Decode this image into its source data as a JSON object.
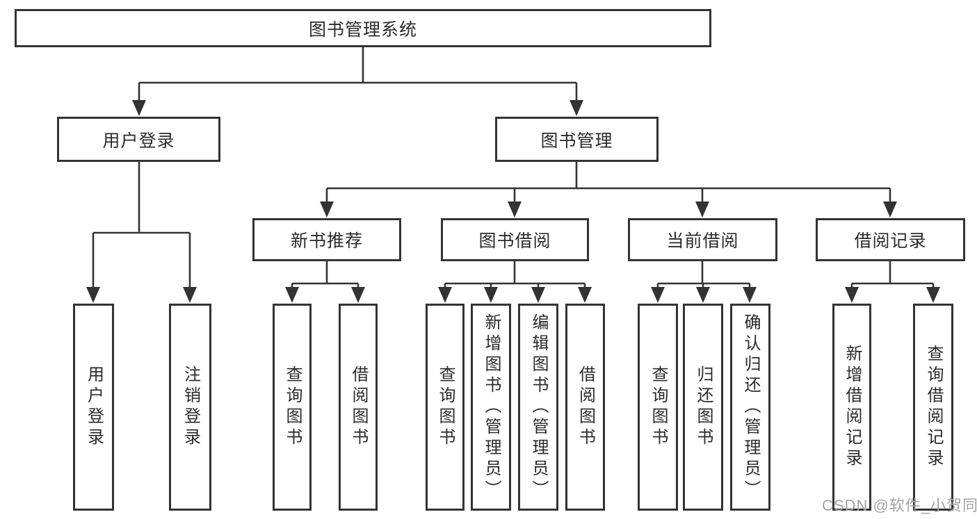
{
  "tree": {
    "root": {
      "label": "图书管理系统",
      "children": [
        {
          "label": "用户登录",
          "children": [
            {
              "label": "用户登录"
            },
            {
              "label": "注销登录"
            }
          ]
        },
        {
          "label": "图书管理",
          "children": [
            {
              "label": "新书推荐",
              "children": [
                {
                  "label": "查询图书"
                },
                {
                  "label": "借阅图书"
                }
              ]
            },
            {
              "label": "图书借阅",
              "children": [
                {
                  "label": "查询图书"
                },
                {
                  "label": "新增图书（管理员）"
                },
                {
                  "label": "编辑图书（管理员）"
                },
                {
                  "label": "借阅图书"
                }
              ]
            },
            {
              "label": "当前借阅",
              "children": [
                {
                  "label": "查询图书"
                },
                {
                  "label": "归还图书"
                },
                {
                  "label": "确认归还（管理员）"
                }
              ]
            },
            {
              "label": "借阅记录",
              "children": [
                {
                  "label": "新增借阅记录"
                },
                {
                  "label": "查询借阅记录"
                }
              ]
            }
          ]
        }
      ]
    }
  },
  "watermark": {
    "text": "CSDN @软件_小贺同学"
  },
  "colors": {
    "line": "#333333",
    "text": "#2b2b2b",
    "watermark": "#a3a3a3",
    "background": "#ffffff"
  }
}
